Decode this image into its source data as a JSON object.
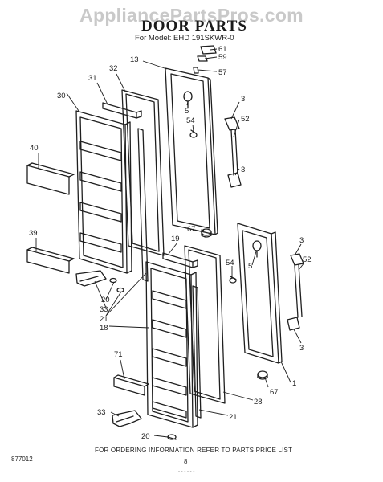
{
  "watermark": "AppliancePartsPros.com",
  "header": {
    "title": "DOOR PARTS",
    "subtitle": "For Model: EHD 191SKWR-0"
  },
  "footer": {
    "ordering_note": "FOR ORDERING INFORMATION REFER TO PARTS PRICE LIST",
    "doc_number": "877012",
    "page_number": "8",
    "smudge": "- - -  - -  -"
  },
  "callouts": [
    "61",
    "59",
    "57",
    "13",
    "32",
    "31",
    "30",
    "5",
    "54",
    "3",
    "52",
    "3",
    "40",
    "39",
    "67",
    "19",
    "54",
    "5",
    "3",
    "52",
    "20",
    "33",
    "21",
    "18",
    "3",
    "71",
    "1",
    "67",
    "28",
    "21",
    "33",
    "20"
  ]
}
